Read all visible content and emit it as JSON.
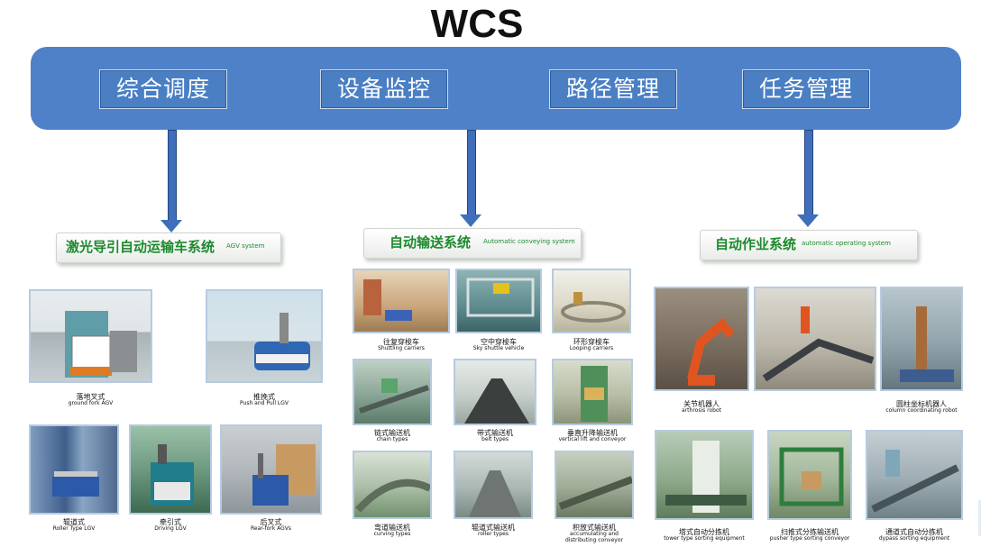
{
  "title": "WCS",
  "modules": [
    "综合调度",
    "设备监控",
    "路径管理",
    "任务管理"
  ],
  "systems": [
    {
      "cn": "激光导引自动运输车系统",
      "en": "AGV system"
    },
    {
      "cn": "自动输送系统",
      "en": "Automatic conveying system"
    },
    {
      "cn": "自动作业系统",
      "en": "automatic operating system"
    }
  ],
  "agv": [
    {
      "cn": "落地叉式",
      "en": "ground fork AGV"
    },
    {
      "cn": "推挽式",
      "en": "Push and Pull LGV"
    },
    {
      "cn": "辊道式",
      "en": "Roller Type LGV"
    },
    {
      "cn": "牵引式",
      "en": "Driving LGV"
    },
    {
      "cn": "后叉式",
      "en": "Rear-fork AGVs"
    }
  ],
  "conveying": [
    {
      "cn": "往复穿梭车",
      "en": "Shuttling carriers"
    },
    {
      "cn": "空中穿梭车",
      "en": "Sky shuttle vehicle"
    },
    {
      "cn": "环形穿梭车",
      "en": "Looping carriers"
    },
    {
      "cn": "链式输送机",
      "en": "chain types"
    },
    {
      "cn": "带式输送机",
      "en": "belt types"
    },
    {
      "cn": "垂直升降输送机",
      "en": "vertical lift and conveyor"
    },
    {
      "cn": "弯道输送机",
      "en": "curving types"
    },
    {
      "cn": "辊道式输送机",
      "en": "roller types"
    },
    {
      "cn": "积放式输送机",
      "en": "accumulating and",
      "en2": "distributing conveyor"
    }
  ],
  "operating": [
    {
      "cn": "关节机器人",
      "en": "arthrosis robot"
    },
    {
      "cn": "圆柱坐标机器人",
      "en": "column coordinating robot"
    },
    {
      "cn": "塔式自动分拣机",
      "en": "tower type sorting equipment"
    },
    {
      "cn": "扫推式分拣输送机",
      "en": "pusher type sorting conveyor"
    },
    {
      "cn": "通道式自动分拣机",
      "en": "dypass sorting equipment"
    }
  ]
}
